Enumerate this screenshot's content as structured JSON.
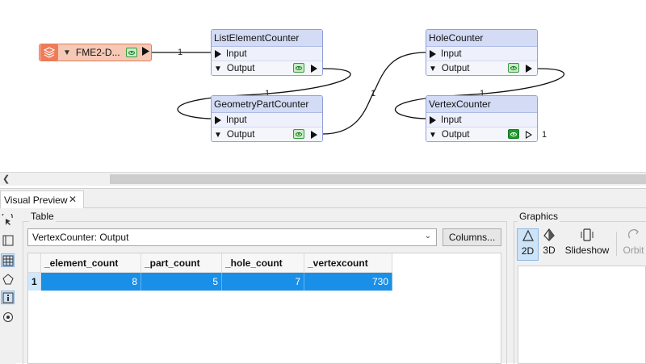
{
  "workspace": {
    "reader": {
      "name": "FME2-D...",
      "port_count": "1"
    },
    "transformers": [
      {
        "title": "ListElementCounter",
        "input_label": "Input",
        "output_label": "Output",
        "out_count": "1"
      },
      {
        "title": "GeometryPartCounter",
        "input_label": "Input",
        "output_label": "Output",
        "out_count": "1"
      },
      {
        "title": "HoleCounter",
        "input_label": "Input",
        "output_label": "Output",
        "out_count": "1"
      },
      {
        "title": "VertexCounter",
        "input_label": "Input",
        "output_label": "Output",
        "out_count": "1"
      }
    ]
  },
  "preview": {
    "tab_label": "Visual Preview",
    "table_group_label": "Table",
    "selected_output": "VertexCounter: Output",
    "columns_button": "Columns...",
    "columns": [
      "_element_count",
      "_part_count",
      "_hole_count",
      "_vertexcount"
    ],
    "rows": [
      {
        "num": "1",
        "cells": [
          "8",
          "5",
          "7",
          "730"
        ]
      }
    ],
    "graphics_group_label": "Graphics",
    "graphics_buttons": [
      {
        "label": "2D",
        "icon": "triangle-2d-icon"
      },
      {
        "label": "3D",
        "icon": "pyramid-3d-icon"
      },
      {
        "label": "Slideshow",
        "icon": "slideshow-icon"
      },
      {
        "label": "Orbit",
        "icon": "orbit-icon"
      }
    ]
  },
  "colors": {
    "reader_fill": "#f6c8b6",
    "transformer_header": "#d3dbf5",
    "selection_blue": "#1a8fe8"
  }
}
